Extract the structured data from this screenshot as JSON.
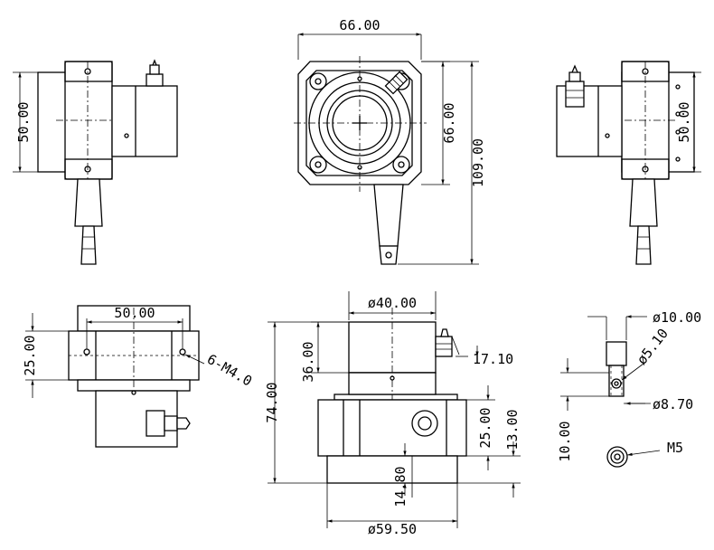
{
  "dimensions": {
    "front_width": "66.00",
    "front_height": "66.00",
    "front_total_height": "109.00",
    "left_height": "50.00",
    "right_height": "50.00",
    "top_width": "50.00",
    "top_height": "25.00",
    "mount_holes": "6-M4.0",
    "body_diameter": "ø40.00",
    "body_height": "36.00",
    "total_height": "74.00",
    "nozzle_offset": "17.10",
    "flange_height_a": "25.00",
    "flange_height_b": "13.00",
    "base_offset": "14.80",
    "base_diameter": "ø59.50",
    "tip_diameter": "ø10.00",
    "hole_diameter": "ø5.10",
    "eye_diameter": "ø8.70",
    "eye_length": "10.00",
    "thread": "M5"
  }
}
